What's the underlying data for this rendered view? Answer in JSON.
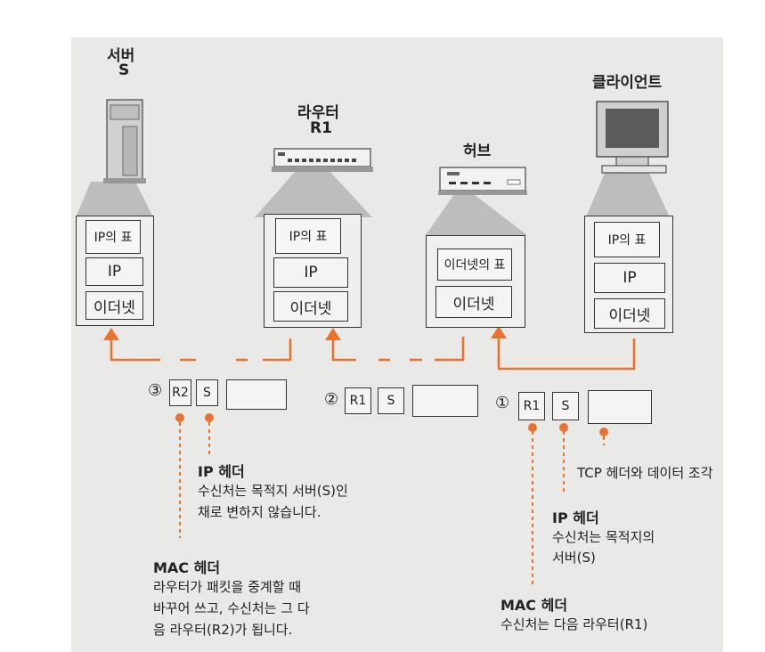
{
  "devices": {
    "server": {
      "name_line1": "서버",
      "name_line2": "S"
    },
    "router": {
      "name_line1": "라우터",
      "name_line2": "R1"
    },
    "hub": {
      "name": "허브"
    },
    "client": {
      "name": "클라이언트"
    }
  },
  "stacks": {
    "ip_table": "IP의 표",
    "ip": "IP",
    "ethernet": "이더넷",
    "ethernet_table": "이더넷의 표"
  },
  "packets": [
    {
      "step": "③",
      "mac": "R2",
      "ip": "S"
    },
    {
      "step": "②",
      "mac": "R1",
      "ip": "S"
    },
    {
      "step": "①",
      "mac": "R1",
      "ip": "S"
    }
  ],
  "annotations": {
    "tcp": "TCP 헤더와 데이터 조각",
    "ip_right": {
      "title": "IP 헤더",
      "line1": "수신처는 목적지의",
      "line2": "서버(S)"
    },
    "mac_right": {
      "title": "MAC 헤더",
      "line1": "수신처는 다음 라우터(R1)"
    },
    "ip_left": {
      "title": "IP 헤더",
      "line1": "수신처는 목적지 서버(S)인",
      "line2": "채로 변하지 않습니다."
    },
    "mac_left": {
      "title": "MAC 헤더",
      "line1": "라우터가 패킷을 중계할 때",
      "line2": "바꾸어 쓰고, 수신처는 그 다",
      "line3": "음 라우터(R2)가 됩니다."
    }
  },
  "colors": {
    "accent": "#e8732e",
    "ink": "#333333",
    "paper": "#e9e9e8"
  }
}
